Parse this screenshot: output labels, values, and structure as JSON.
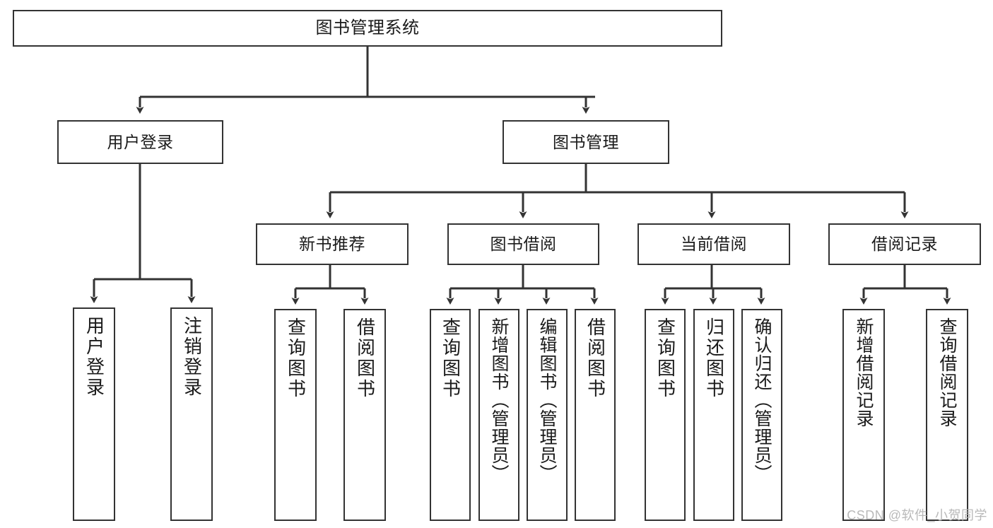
{
  "diagram": {
    "title": "图书管理系统",
    "type": "tree",
    "orientation": "top-down",
    "stroke_color": "#333333",
    "fill_color": "#ffffff",
    "text_color": "#1a1a1a",
    "nodes": {
      "root": {
        "label": "图书管理系统"
      },
      "level2": [
        {
          "label": "用户登录"
        },
        {
          "label": "图书管理"
        }
      ],
      "level3": [
        {
          "label": "新书推荐"
        },
        {
          "label": "图书借阅"
        },
        {
          "label": "当前借阅"
        },
        {
          "label": "借阅记录"
        }
      ],
      "leaves_user_login": [
        {
          "label": "用户登录"
        },
        {
          "label": "注销登录"
        }
      ],
      "leaves_new_books": [
        {
          "label": "查询图书"
        },
        {
          "label": "借阅图书"
        }
      ],
      "leaves_book_borrow": [
        {
          "label": "查询图书"
        },
        {
          "label": "新增图书（管理员）"
        },
        {
          "label": "编辑图书（管理员）"
        },
        {
          "label": "借阅图书"
        }
      ],
      "leaves_current_borrow": [
        {
          "label": "查询图书"
        },
        {
          "label": "归还图书"
        },
        {
          "label": "确认归还（管理员）"
        }
      ],
      "leaves_borrow_records": [
        {
          "label": "新增借阅记录"
        },
        {
          "label": "查询借阅记录"
        }
      ]
    }
  },
  "watermark": {
    "text": "CSDN @软件_小贺同学"
  }
}
